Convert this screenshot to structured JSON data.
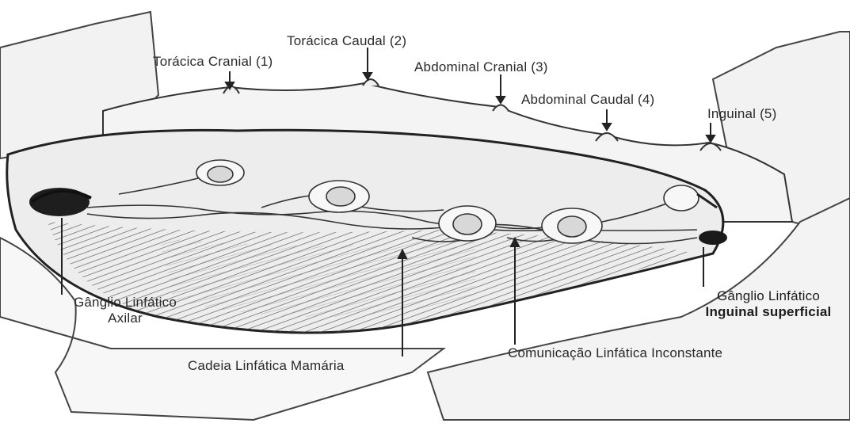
{
  "labels": {
    "toracica_cranial": "Torácica Cranial (1)",
    "toracica_caudal": "Torácica Caudal (2)",
    "abdominal_cranial": "Abdominal Cranial (3)",
    "abdominal_caudal": "Abdominal Caudal (4)",
    "inguinal": "Inguinal (5)",
    "ganglio_axilar_1": "Gânglio Linfático",
    "ganglio_axilar_2": "Axilar",
    "ganglio_inguinal_1": "Gânglio Linfático",
    "ganglio_inguinal_2": "Inguinal superficial",
    "cadeia_mamaria": "Cadeia Linfática Mamária",
    "comunicacao": "Comunicação Linfática Inconstante"
  },
  "colors": {
    "ink": "#2a2a2a",
    "paper": "#ffffff",
    "skin": "#f1f1f1",
    "flap": "#e4e4e4"
  }
}
